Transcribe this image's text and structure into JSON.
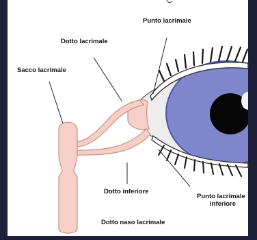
{
  "diagram": {
    "labels": {
      "punto_lacrimale": "Punto lacrimale",
      "dotto_lacrimale": "Dotto lacrimale",
      "sacco_lacrimale": "Sacco lacrimale",
      "dotto_inferiore": "Dotto inferiore",
      "punto_lacrimale_inferiore_line1": "Punto lacrimale",
      "punto_lacrimale_inferiore_line2": "inferiore",
      "dotto_naso_lacrimale": "Dotto naso lacrimale"
    },
    "colors": {
      "background_frame": "#1f1f3a",
      "panel": "#ffffff",
      "duct_fill": "#f6cfc8",
      "duct_stroke": "#c9907f",
      "iris": "#7f86cc",
      "iris_stroke": "#4b55a6",
      "pupil": "#050505",
      "sclera": "#ececec",
      "lash": "#111111"
    }
  }
}
